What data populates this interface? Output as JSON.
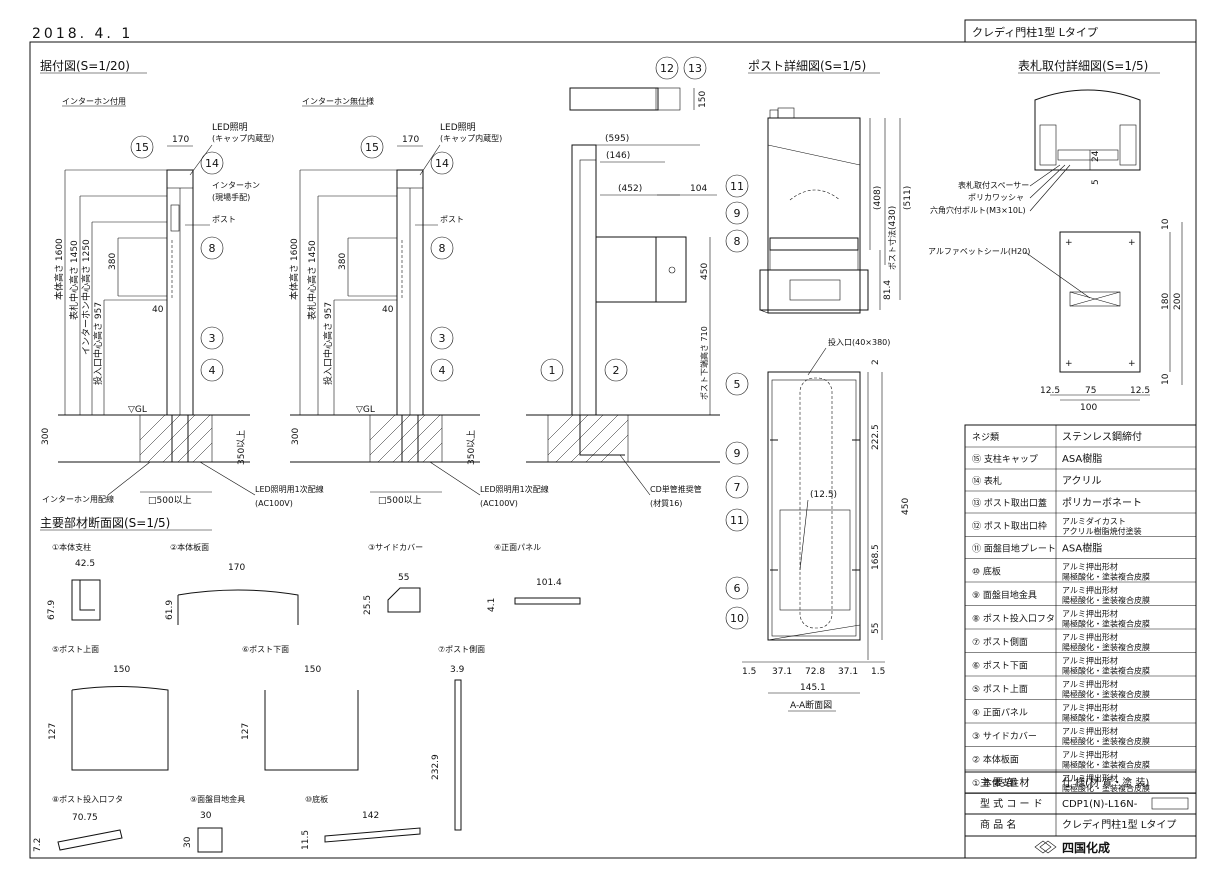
{
  "header": {
    "date": "2018. 4. 1",
    "product_title": "クレディ門柱1型 Lタイプ"
  },
  "sections": {
    "install": "据付図(S=1/20)",
    "post_detail": "ポスト詳細図(S=1/5)",
    "nameplate": "表札取付詳細図(S=1/5)",
    "parts": "主要部材断面図(S=1/5)",
    "section_aa": "A-A断面図"
  },
  "install_left": {
    "caption": "インターホン付用",
    "top_w": "170",
    "led": "LED照明",
    "led_sub": "(キャップ内蔵型)",
    "intercom": "インターホン",
    "intercom_sub": "(現場手配)",
    "post": "ポスト",
    "h1600": "本体高さ 1600",
    "h1450": "表札中心高さ 1450",
    "h1250": "インターホン中心高さ 1250",
    "h957": "投入口中心高さ 957",
    "d380": "380",
    "d40": "40",
    "glevel": "▽GL",
    "base300": "300",
    "deep350": "350以上",
    "footing": "□500以上",
    "cable_intercom": "インターホン用配線",
    "cable_led": "LED照明用1次配線",
    "ac": "(AC100V)"
  },
  "install_right": {
    "caption": "インターホン無仕様",
    "top_w": "170",
    "led": "LED照明",
    "led_sub": "(キャップ内蔵型)",
    "post": "ポスト",
    "h1600": "本体高さ 1600",
    "h1450": "表札中心高さ 1450",
    "h957": "投入口中心高さ 957",
    "d380": "380",
    "d40": "40",
    "glevel": "▽GL",
    "base300": "300",
    "deep350": "350以上",
    "footing": "□500以上",
    "cable_led": "LED照明用1次配線",
    "ac": "(AC100V)"
  },
  "side_view": {
    "d595": "(595)",
    "d146": "(146)",
    "d452": "(452)",
    "d104": "104",
    "d450": "450",
    "d150": "150",
    "post_bottom": "ポスト下端高さ 710",
    "cd": "CD単管推奨管",
    "cd_sub": "(材質16)"
  },
  "post_detail": {
    "d408": "(408)",
    "d430": "(430)",
    "d511": "(511)",
    "d814": "81.4",
    "body_h": "ポスト寸法"
  },
  "section_aa": {
    "opening": "投入口(40×380)",
    "d2225": "222.5",
    "d450": "450",
    "d1685": "168.5",
    "d55": "55",
    "d2": "2",
    "angle": "(12.5)",
    "b15a": "1.5",
    "b371a": "37.1",
    "b728": "72.8",
    "b371b": "37.1",
    "b15b": "1.5",
    "b1451": "145.1"
  },
  "nameplate": {
    "spacer": "表札取付スペーサー",
    "washer": "ポリカワッシャ",
    "bolt": "六角穴付ボルト(M3×10L)",
    "seal": "アルファベットシール(H20)",
    "d5": "5",
    "d24": "24",
    "d10a": "10",
    "d180": "180",
    "d200": "200",
    "d10b": "10",
    "d125a": "12.5",
    "d75": "75",
    "d125b": "12.5",
    "d100": "100"
  },
  "parts": {
    "p1": "①本体支柱",
    "p1_w": "42.5",
    "p1_h": "67.9",
    "p2": "②本体板面",
    "p2_w": "170",
    "p2_h": "61.9",
    "p3": "③サイドカバー",
    "p3_w": "55",
    "p3_h": "25.5",
    "p4": "④正面パネル",
    "p4_w": "101.4",
    "p4_h": "4.1",
    "p5": "⑤ポスト上面",
    "p5_w": "150",
    "p5_h": "127",
    "p6": "⑥ポスト下面",
    "p6_w": "150",
    "p6_h": "127",
    "p7": "⑦ポスト側面",
    "p7_w": "3.9",
    "p7_h": "232.9",
    "p8": "⑧ポスト投入口フタ",
    "p8_w": "70.75",
    "p8_h": "7.2",
    "p9": "⑨面盤目地金具",
    "p9_w": "30",
    "p9_h": "30",
    "p10": "⑩底板",
    "p10_w": "142",
    "p10_h": "11.5"
  },
  "table": {
    "header_left": "ネジ類",
    "header_right": "ステンレス鋼締付",
    "rows": [
      {
        "no": "⑮",
        "name": "支柱キャップ",
        "spec": "ASA樹脂"
      },
      {
        "no": "⑭",
        "name": "表札",
        "spec": "アクリル"
      },
      {
        "no": "⑬",
        "name": "ポスト取出口蓋",
        "spec": "ポリカーボネート"
      },
      {
        "no": "⑫",
        "name": "ポスト取出口枠",
        "spec": "アルミダイカスト",
        "spec2": "アクリル樹脂焼付塗装"
      },
      {
        "no": "⑪",
        "name": "面盤目地プレート",
        "spec": "ASA樹脂"
      },
      {
        "no": "⑩",
        "name": "底板",
        "spec": "アルミ押出形材",
        "spec2": "陽極酸化・塗装複合皮膜"
      },
      {
        "no": "⑨",
        "name": "面盤目地金具",
        "spec": "アルミ押出形材",
        "spec2": "陽極酸化・塗装複合皮膜"
      },
      {
        "no": "⑧",
        "name": "ポスト投入口フタ",
        "spec": "アルミ押出形材",
        "spec2": "陽極酸化・塗装複合皮膜"
      },
      {
        "no": "⑦",
        "name": "ポスト側面",
        "spec": "アルミ押出形材",
        "spec2": "陽極酸化・塗装複合皮膜"
      },
      {
        "no": "⑥",
        "name": "ポスト下面",
        "spec": "アルミ押出形材",
        "spec2": "陽極酸化・塗装複合皮膜"
      },
      {
        "no": "⑤",
        "name": "ポスト上面",
        "spec": "アルミ押出形材",
        "spec2": "陽極酸化・塗装複合皮膜"
      },
      {
        "no": "④",
        "name": "正面パネル",
        "spec": "アルミ押出形材",
        "spec2": "陽極酸化・塗装複合皮膜"
      },
      {
        "no": "③",
        "name": "サイドカバー",
        "spec": "アルミ押出形材",
        "spec2": "陽極酸化・塗装複合皮膜"
      },
      {
        "no": "②",
        "name": "本体板面",
        "spec": "アルミ押出形材",
        "spec2": "陽極酸化・塗装複合皮膜"
      },
      {
        "no": "①",
        "name": "本体支柱",
        "spec": "アルミ押出形材",
        "spec2": "陽極酸化・塗装複合皮膜"
      }
    ],
    "footer": [
      {
        "label": "主 要 部 材",
        "value": "仕 様(材 質・塗 装)"
      },
      {
        "label": "型 式 コ ー ド",
        "value": "CDP1(N)-L16N-"
      },
      {
        "label": "商 品 名",
        "value": "クレディ門柱1型 Lタイプ"
      }
    ],
    "brand": "四国化成"
  },
  "callouts": [
    "12",
    "13",
    "15",
    "14",
    "8",
    "3",
    "4",
    "15",
    "14",
    "8",
    "3",
    "4",
    "1",
    "2",
    "11",
    "9",
    "8",
    "5",
    "9",
    "7",
    "11",
    "6",
    "10"
  ]
}
